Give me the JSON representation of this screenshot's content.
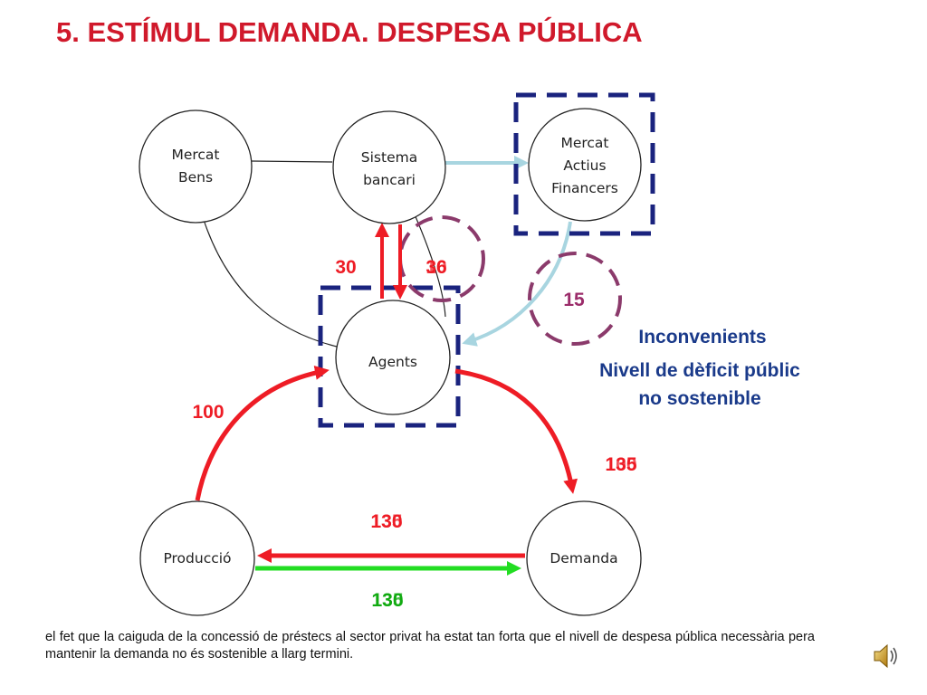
{
  "title": "5. ESTÍMUL DEMANDA. DESPESA PÚBLICA",
  "nodes": {
    "mercat_bens": [
      "Mercat",
      "Bens"
    ],
    "sistema_bancari": [
      "Sistema",
      "bancari"
    ],
    "mercat_actius": [
      "Mercat",
      "Actius",
      "Financers"
    ],
    "agents": "Agents",
    "produccio": "Producció",
    "demanda": "Demanda"
  },
  "values": {
    "credit_up": "30",
    "credit_down_a": "36",
    "credit_down_b": "10",
    "financial_assets": "15",
    "produccio_agents": "100",
    "agents_demanda_a": "135",
    "agents_demanda_b": "100",
    "demanda_produccio_a": "130",
    "demanda_produccio_b": "135",
    "produccio_demanda_a": "130",
    "produccio_demanda_b": "135"
  },
  "inconvenients": {
    "heading": "Inconvenients",
    "line1": "Nivell de dèficit públic",
    "line2": "no sostenible"
  },
  "footnote": "el fet que la caiguda de la concessió de préstecs al sector privat ha estat tan forta que el nivell de despesa pública necessària pera mantenir la demanda no és sostenible a llarg termini.",
  "colors": {
    "title": "#d0192b",
    "red_flow": "#ee1c25",
    "green_flow": "#22dd22",
    "light_blue_flow": "#a8d5e0",
    "dashed_square": "#1a237e",
    "dashed_circle": "#8b3a6b",
    "value_text": "#ee1c25",
    "value_text_purple": "#9b2c6a",
    "value_text_green": "#11aa11",
    "inconvenients_text": "#1a3a8a"
  },
  "icons": {
    "speaker": "speaker-icon"
  }
}
